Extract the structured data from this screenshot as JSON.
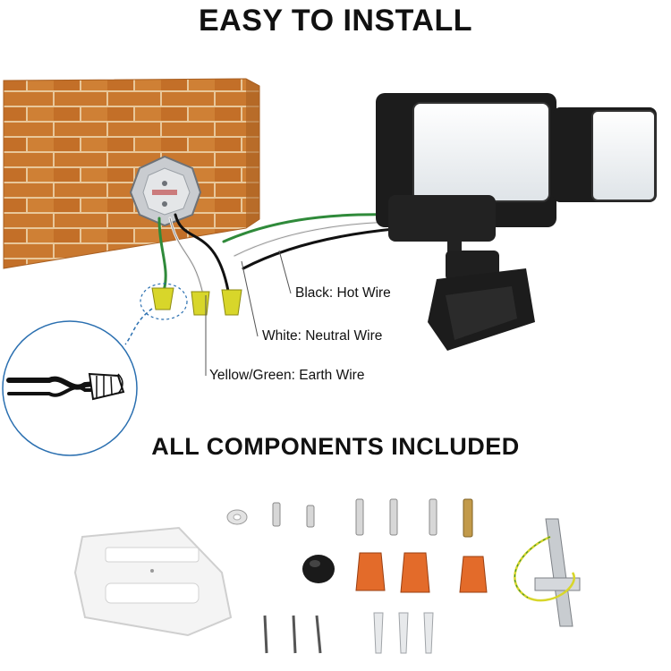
{
  "title": "EASY TO INSTALL",
  "subtitle": "ALL COMPONENTS INCLUDED",
  "labels": {
    "black": "Black: Hot Wire",
    "white": "White: Neutral Wire",
    "earth": "Yellow/Green: Earth Wire"
  },
  "colors": {
    "brick": "#c9782f",
    "mortar": "#e8c79a",
    "fixture": "#1c1c1c",
    "lamp_face": "#f2f4f6",
    "wire_green": "#2f8a3a",
    "wire_yellow": "#d8d62a",
    "wire_connector": "#e36b2a",
    "plate": "#f3f3f3"
  },
  "icons": [
    "brick-wall",
    "junction-box",
    "flood-light-fixture",
    "motion-sensor",
    "wire-nut",
    "wire-twist-inset",
    "screw",
    "anchor",
    "mounting-bracket",
    "rubber-plug",
    "washer"
  ]
}
